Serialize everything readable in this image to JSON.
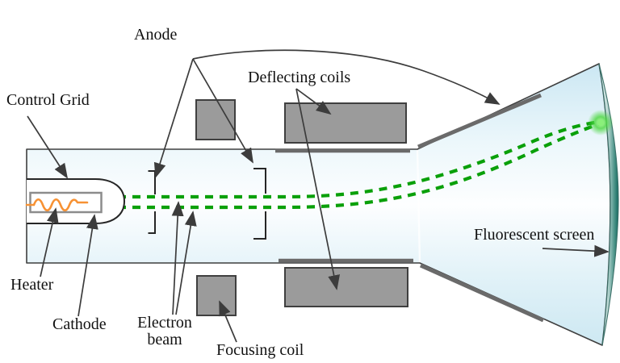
{
  "figure": {
    "type": "cathode-ray-tube-diagram",
    "description_visible_parts": [
      "electron gun",
      "glass tube",
      "flared funnel",
      "curved screen",
      "dashed electron beam"
    ]
  },
  "labels": {
    "anode": "Anode",
    "deflecting_coils": "Deflecting coils",
    "control_grid": "Control Grid",
    "heater": "Heater",
    "cathode": "Cathode",
    "electron_beam": "Electron beam",
    "focusing_coil": "Focusing coil",
    "fluorescent_screen": "Fluorescent screen"
  },
  "colors": {
    "beam_green": "#0aa00a",
    "beam_glow_green": "#62e055",
    "heater_orange": "#f79234",
    "coil_fill_gray": "#9b9b9b",
    "coil_border_gray": "#3f3f3f",
    "glass_tint_cyan": "#d5edf6",
    "screen_teal": "#176a60",
    "coating_gray": "#6a6a6a",
    "outline_dark": "#3c3c3c",
    "label_text": "#111111"
  }
}
